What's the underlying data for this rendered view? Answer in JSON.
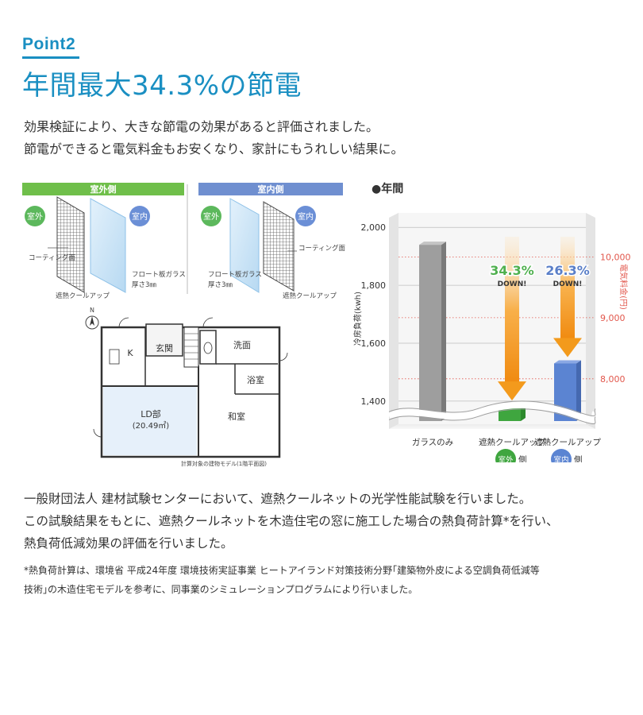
{
  "header": {
    "point_label": "Point2",
    "title": "年間最大34.3%の節電",
    "lead_lines": [
      "効果検証により、大きな節電の効果があると評価されました。",
      "節電ができると電気料金もお安くなり、家計にもうれしい結果に。"
    ]
  },
  "diagram": {
    "outdoor_panel": {
      "header": "室外側",
      "side_left": "室外",
      "side_right": "室内",
      "coating_label": "コーティング面",
      "glass_label_1": "フロート板ガラス",
      "glass_label_2": "厚さ3㎜",
      "net_label": "遮熱クールアップ"
    },
    "indoor_panel": {
      "header": "室内側",
      "side_left": "室外",
      "side_right": "室内",
      "coating_label": "コーティング面",
      "glass_label_1": "フロート板ガラス",
      "glass_label_2": "厚さ3㎜",
      "net_label": "遮熱クールアップ"
    },
    "floor_plan": {
      "north": "N",
      "rooms": {
        "kitchen": "K",
        "entrance": "玄関",
        "washroom": "洗面",
        "bathroom": "浴室",
        "living": "LD部",
        "living_area": "(20.49㎡)",
        "japanese_room": "和室"
      },
      "caption": "計算対象の建物モデル(1階平面図)"
    },
    "colors": {
      "outdoor_header": "#6fbf4a",
      "indoor_header": "#6f8fd0",
      "outdoor_circle": "#5cb85c",
      "indoor_circle": "#6b8fd6",
      "living_fill": "#e6f0fa"
    }
  },
  "chart_data": {
    "type": "bar",
    "title": "●年間",
    "categories": [
      "ガラスのみ",
      "遮熱クールアップ",
      "遮熱クールアップ"
    ],
    "values": [
      1940,
      1380,
      1530
    ],
    "ylabel": "冷房負荷(kwh)",
    "ylabel_right": "電気料金(円)",
    "ylim": [
      1320,
      2050
    ],
    "yticks": [
      1400,
      1600,
      1800,
      2000
    ],
    "yticks_right": [
      {
        "label": "8,000",
        "value": 1477
      },
      {
        "label": "9,000",
        "value": 1688
      },
      {
        "label": "10,000",
        "value": 1898
      }
    ],
    "badges": [
      "",
      "室外",
      "室内"
    ],
    "badge_suffix": "側",
    "annotations": [
      {
        "category_index": 1,
        "percent": "34.3%",
        "note": "DOWN!",
        "color": "#4fb04f"
      },
      {
        "category_index": 2,
        "percent": "26.3%",
        "note": "DOWN!",
        "color": "#5a7fc8"
      }
    ],
    "colors": {
      "glass": "#9e9e9e",
      "outdoor": "#3fa63f",
      "indoor": "#5b84d2",
      "arrow": "#f39a1c",
      "right_axis": "#e2574c"
    },
    "grid": true
  },
  "body": {
    "paragraph_lines": [
      "一般財団法人 建材試験センターにおいて、遮熱クールネットの光学性能試験を行いました。",
      "この試験結果をもとに、遮熱クールネットを木造住宅の窓に施工した場合の熱負荷計算*を行い、",
      "熱負荷低減効果の評価を行いました。"
    ],
    "note_lines": [
      "*熱負荷計算は、環境省 平成24年度 環境技術実証事業 ヒートアイランド対策技術分野｢建築物外皮による空調負荷低減等",
      "技術｣の木造住宅モデルを参考に、同事業のシミュレーションプログラムにより行いました。"
    ]
  }
}
